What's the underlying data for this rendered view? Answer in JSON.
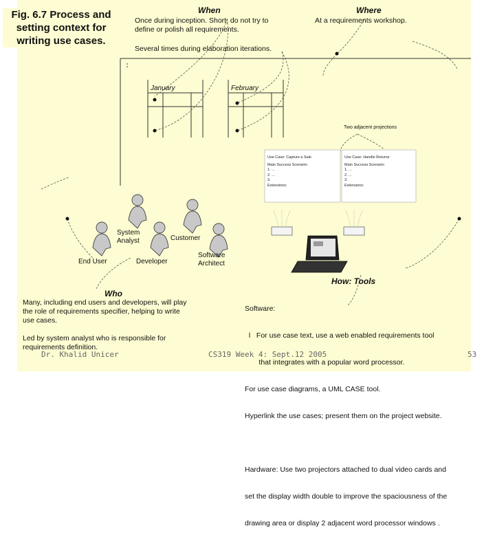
{
  "title": [
    "Fig. 6.7 Process and",
    "setting context for",
    "writing use cases."
  ],
  "when": {
    "header": "When",
    "lines": [
      "Once during inception. Short; do not try to",
      "define or polish all requirements."
    ],
    "line3": "Several times during elaboration iterations.",
    "months": [
      "January",
      "February"
    ]
  },
  "where": {
    "header": "Where",
    "text": "At a requirements workshop.",
    "projections_label": "Two adjacent projections",
    "doc1": [
      "Use Case: Capture a Sale",
      "Main Success Scenario:",
      "1. ...",
      "2. ...",
      "3.",
      "Extensions:"
    ],
    "doc2": [
      "Use Case: Handle Returns",
      "Main Success Scenario:",
      "1. ...",
      "2. ...",
      "3.",
      "Extensions:"
    ]
  },
  "roles": {
    "system_analyst": [
      "System",
      "Analyst"
    ],
    "customer": "Customer",
    "end_user": "End User",
    "developer": "Developer",
    "software_architect": [
      "Software",
      "Architect"
    ]
  },
  "who": {
    "header": "Who",
    "lines": [
      "Many, including end users and developers, will play",
      "the role of requirements specifier, helping to write",
      "use cases.",
      "",
      "Led by system analyst who is responsible for",
      "requirements definition."
    ]
  },
  "how": {
    "header": "How: Tools",
    "lines": [
      "Software:",
      "  l   For use case text, use a web enabled requirements tool",
      "       that integrates with a popular word processor.",
      "For use case diagrams, a UML CASE tool.",
      "Hyperlink the use cases; present them on the project website.",
      "",
      "Hardware: Use two projectors attached to dual video cards and",
      "set the display width double to improve the spaciousness of the",
      "drawing area or display 2 adjacent word processor windows ."
    ]
  },
  "footer": {
    "author": "Dr. Khalid Unicer",
    "course": "CS319 Week 4: Sept.12 2005",
    "page": "53"
  },
  "colors": {
    "panel": "#fdfcd2",
    "figure": "#c8c8c8"
  }
}
